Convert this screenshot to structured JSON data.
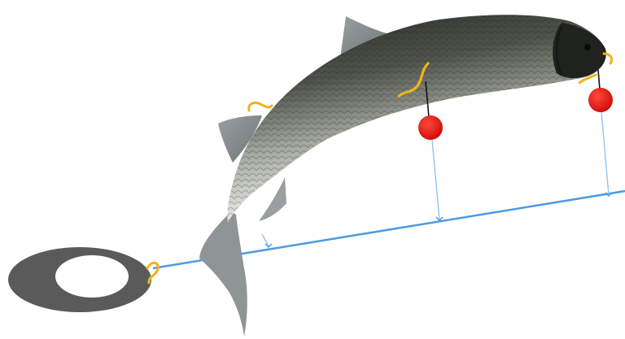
{
  "scene": {
    "subject": "fish-on-fishing-line",
    "colors": {
      "background": "#ffffff",
      "main_line": "#4a9be4",
      "branch_line": "#8ec4f0",
      "hook": "#f0b21a",
      "float_bead": "#e01414",
      "ring_sinker": "#5a5a5a",
      "fish_back": "#2c2f2b",
      "fish_belly": "#eef0ea"
    },
    "hooks_count": 4,
    "floats_count": 2,
    "branch_lines_count": 3
  }
}
